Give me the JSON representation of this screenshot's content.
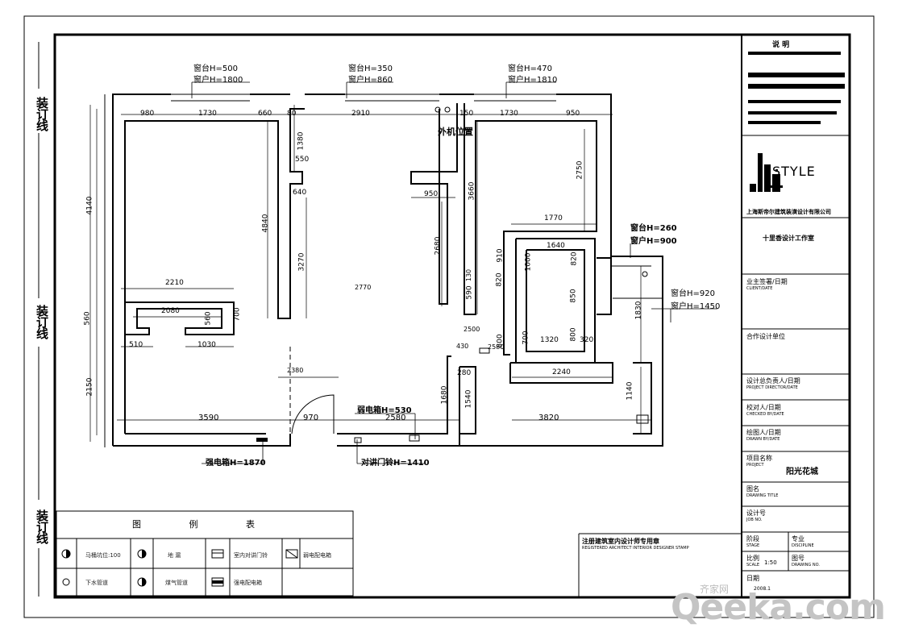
{
  "binding_label": "装订线",
  "plan_labels": {
    "window_top_left_sill": "窗台H=500",
    "window_top_left_head": "窗户H=1800",
    "window_top_mid_sill": "窗台H=350",
    "window_top_mid_head": "窗户H=860",
    "window_top_right_sill": "窗台H=470",
    "window_top_right_head": "窗户H=1810",
    "window_right_sill": "窗台H=260",
    "window_right_head": "窗户H=900",
    "window_right2_sill": "窗台H=920",
    "window_right2_head": "窗户H=1450",
    "ac_position": "外机位置",
    "weak_box": "弱电箱H=530",
    "strong_box": "强电箱H=1870",
    "intercom": "对讲门铃H=1410"
  },
  "dims": {
    "d980": "980",
    "d1730a": "1730",
    "d660": "660",
    "d80": "80",
    "d2910": "2910",
    "d150": "150",
    "d1730b": "1730",
    "d950a": "950",
    "d4140": "4140",
    "d4840": "4840",
    "d1380": "1380",
    "d550": "550",
    "d640": "640",
    "d950b": "950",
    "d3660": "3660",
    "d2750": "2750",
    "d1770": "1770",
    "d1640": "1640",
    "d910": "910",
    "d1000": "1000",
    "d820a": "820",
    "d3270": "3270",
    "d2680": "2680",
    "d2770": "2770",
    "d2210": "2210",
    "d2080": "2080",
    "d700a": "700",
    "d560a": "560",
    "d560b": "560",
    "d510": "510",
    "d1030": "1030",
    "d590": "590",
    "d130": "130",
    "d820b": "820",
    "d850": "850",
    "d1830": "1830",
    "d2500": "2500",
    "d800a": "800",
    "d700b": "700",
    "d1320": "1320",
    "d800b": "800",
    "d320": "320",
    "d430": "430",
    "d2580a": "2580",
    "d2380": "2380",
    "d2150": "2150",
    "d280": "280",
    "d2240": "2240",
    "d1140": "1140",
    "d1680": "1680",
    "d1540": "1540",
    "d3590": "3590",
    "d970": "970",
    "d2580b": "2580",
    "d3820": "3820"
  },
  "legend": {
    "title": "图 例 表",
    "items": [
      "马桶坑位:100",
      "地 漏",
      "室内对讲门铃",
      "弱电配电箱",
      "下水管道",
      "煤气管道",
      "强电配电箱"
    ]
  },
  "stamp": {
    "line1": "注册建筑室内设计师专用章",
    "line2": "REGISTERED ARCHITECT INTERIOR DESIGNER STAMP"
  },
  "title_block": {
    "notes_title": "说   明",
    "brand": "STYLE",
    "company": "上海斯帝尔建筑装潢设计有限公司",
    "studio": "十里香设计工作室",
    "client": "业主签署/日期",
    "client_en": "CLIENT/DATE",
    "partner": "合作设计单位",
    "director": "设计总负责人/日期",
    "director_en": "PROJECT DIRECTOR/DATE",
    "checker": "校对人/日期",
    "checker_en": "CHECKED BY/DATE",
    "drawer": "绘图人/日期",
    "drawer_en": "DRAWN BY/DATE",
    "project_label": "项目名称",
    "project_en": "PROJECT",
    "project_name": "阳光花城",
    "drawing_label": "图名",
    "drawing_en": "DRAWING TITLE",
    "design_no": "设计号",
    "design_no_en": "JOB NO.",
    "stage": "阶段",
    "stage_en": "STAGE",
    "discipline": "专业",
    "discipline_en": "DISCIPLINE",
    "scale_label": "比例",
    "scale_en": "SCALE",
    "scale": "1:50",
    "drawing_no": "图号",
    "drawing_no_en": "DRAWING NO.",
    "date": "日期",
    "date_val": "2008.1"
  },
  "watermark": {
    "cn": "齐家网",
    "en": "Qeeka.com"
  },
  "colors": {
    "line": "#000000",
    "watermark": "#c8c8c8"
  }
}
